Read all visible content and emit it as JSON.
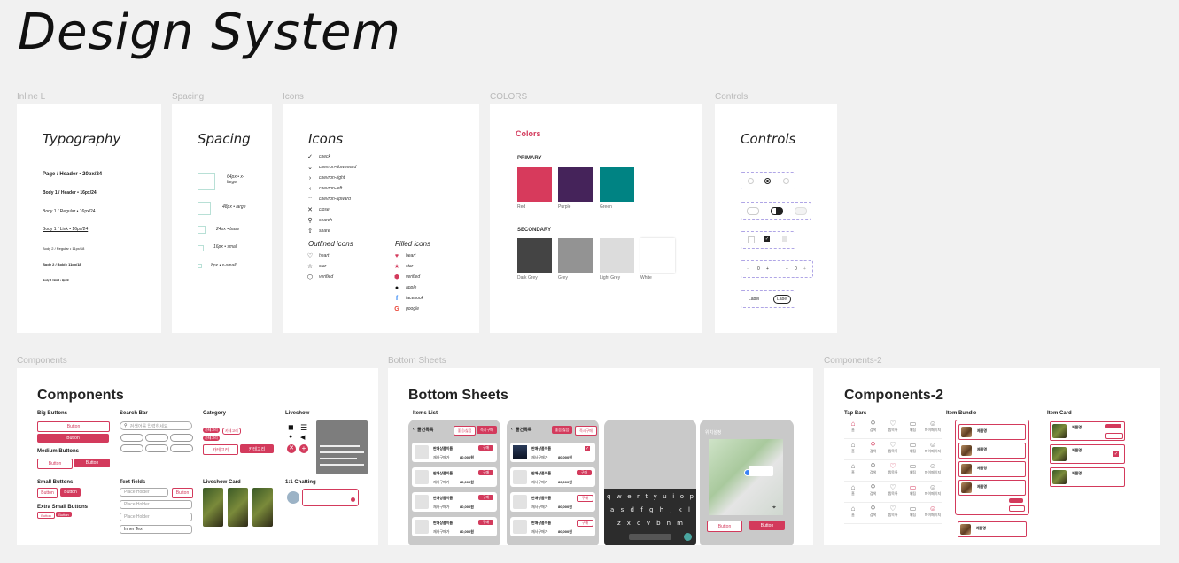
{
  "page_title": "Design System",
  "frame_labels": {
    "typography": "Inline L",
    "spacing": "Spacing",
    "icons": "Icons",
    "colors": "COLORS",
    "controls": "Controls",
    "components": "Components",
    "bottom_sheets": "Bottom Sheets",
    "components2": "Components-2"
  },
  "typography": {
    "title": "Typography",
    "samples": [
      "Page / Header • 20px/24",
      "Body 1 / Header • 16px/24",
      "Body 1 / Regular • 16px/24",
      "Body 1 / Link • 16px/24",
      "Body 2 / Regular • 11px/18",
      "Body 2 / Bold • 11px/18",
      "Body 3 / Bold • 9px/9"
    ]
  },
  "spacing": {
    "title": "Spacing",
    "items": [
      "64px • x-large",
      "48px • large",
      "24px • base",
      "16px • small",
      "8px • x-small"
    ]
  },
  "icons": {
    "title": "Icons",
    "basic": [
      {
        "icon": "check-icon",
        "glyph": "✓",
        "label": "check"
      },
      {
        "icon": "chevron-down-icon",
        "glyph": "⌄",
        "label": "chevron-downward"
      },
      {
        "icon": "chevron-right-icon",
        "glyph": "›",
        "label": "chevron-right"
      },
      {
        "icon": "chevron-left-icon",
        "glyph": "‹",
        "label": "chevron-left"
      },
      {
        "icon": "chevron-up-icon",
        "glyph": "⌃",
        "label": "chevron-upward"
      },
      {
        "icon": "close-icon",
        "glyph": "✕",
        "label": "close"
      },
      {
        "icon": "search-icon",
        "glyph": "⚲",
        "label": "search"
      },
      {
        "icon": "share-icon",
        "glyph": "⇧",
        "label": "share"
      }
    ],
    "outlined_title": "Outlined icons",
    "outlined": [
      {
        "icon": "heart-icon",
        "glyph": "♡",
        "label": "heart"
      },
      {
        "icon": "star-icon",
        "glyph": "☆",
        "label": "star"
      },
      {
        "icon": "verified-icon",
        "glyph": "⬡",
        "label": "verified"
      }
    ],
    "filled_title": "Filled icons",
    "filled": [
      {
        "icon": "heart-filled-icon",
        "glyph": "♥",
        "label": "heart",
        "color": "#d33a5c"
      },
      {
        "icon": "star-filled-icon",
        "glyph": "★",
        "label": "star",
        "color": "#d33a5c"
      },
      {
        "icon": "verified-filled-icon",
        "glyph": "⬢",
        "label": "verified",
        "color": "#d33a5c"
      },
      {
        "icon": "apple-icon",
        "glyph": "●",
        "label": "apple",
        "color": "#111111"
      },
      {
        "icon": "facebook-icon",
        "glyph": "f",
        "label": "facebook",
        "color": "#1877f2"
      },
      {
        "icon": "google-icon",
        "glyph": "G",
        "label": "google",
        "color": "#ea4335"
      }
    ]
  },
  "colors": {
    "title": "Colors",
    "primary_label": "PRIMARY",
    "primary": [
      {
        "name": "Red",
        "hex": "#d73a5c"
      },
      {
        "name": "Purple",
        "hex": "#45235a"
      },
      {
        "name": "Green",
        "hex": "#008383"
      }
    ],
    "secondary_label": "SECONDARY",
    "secondary": [
      {
        "name": "Dark Grey",
        "hex": "#444444"
      },
      {
        "name": "Grey",
        "hex": "#939393"
      },
      {
        "name": "Light Grey",
        "hex": "#dcdcdc"
      },
      {
        "name": "White",
        "hex": "#ffffff"
      }
    ]
  },
  "controls": {
    "title": "Controls",
    "stepper_value": "0",
    "label_plain": "Label",
    "label_chip": "Label"
  },
  "components": {
    "title": "Components",
    "big_buttons": {
      "heading": "Big Buttons",
      "label": "Button"
    },
    "medium_buttons": {
      "heading": "Medium Buttons",
      "label": "Button"
    },
    "small_buttons": {
      "heading": "Small Buttons",
      "label": "Button"
    },
    "xs_buttons": {
      "heading": "Extra Small Buttons",
      "label": "Button"
    },
    "search_bar": {
      "heading": "Search Bar",
      "placeholder": "검색어를 입력하세요"
    },
    "text_fields": {
      "heading": "Text fields",
      "placeholder": "Place Holder",
      "button": "Button",
      "inner": "Inner Text"
    },
    "category": {
      "heading": "Category",
      "label": "카테고리"
    },
    "liveshow": {
      "heading": "Liveshow"
    },
    "liveshow_card": {
      "heading": "Liveshow Card"
    },
    "chatting": {
      "heading": "1:1 Chatting"
    }
  },
  "bottom_sheets": {
    "title": "Bottom Sheets",
    "list_title": "Items List",
    "back_label": "물건목록",
    "chip1": "좋음/싫음",
    "chip2": "즉시구매",
    "item_title": "판매상품이름",
    "item_sub": "재사구매가",
    "item_price": "80,000원",
    "item_btn": "구매",
    "location_title": "위치설정",
    "loc_btn_o": "Button",
    "loc_btn_f": "Button",
    "keyboard_rows": [
      [
        "q",
        "w",
        "e",
        "r",
        "t",
        "y",
        "u",
        "i",
        "o",
        "p"
      ],
      [
        "a",
        "s",
        "d",
        "f",
        "g",
        "h",
        "j",
        "k",
        "l"
      ],
      [
        "z",
        "x",
        "c",
        "v",
        "b",
        "n",
        "m"
      ]
    ]
  },
  "components2": {
    "title": "Components-2",
    "tab_bars": "Tap Bars",
    "item_bundle": "Item Bundle",
    "item_card": "Item Card",
    "bundle_item_name": "제품명",
    "card_item_name": "제품명",
    "tab_labels": [
      "홈",
      "검색",
      "찜목록",
      "채팅",
      "마이페이지"
    ]
  },
  "accent": "#d33a5c"
}
